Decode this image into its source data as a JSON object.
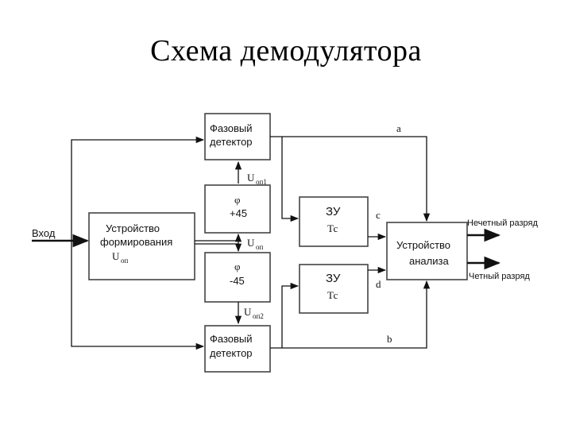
{
  "title": "Схема демодулятора",
  "blocks": {
    "pd_top_1": "Фазовый",
    "pd_top_2": "детектор",
    "phase_plus_1": "φ",
    "phase_plus_2": "+45",
    "phase_minus_1": "φ",
    "phase_minus_2": "-45",
    "pd_bot_1": "Фазовый",
    "pd_bot_2": "детектор",
    "former_1": "Устройство",
    "former_2": "формирования",
    "former_3": "U",
    "former_3_sub": "оп",
    "mem_top_1": "ЗУ",
    "mem_top_2": "Тс",
    "mem_bot_1": "ЗУ",
    "mem_bot_2": "Тс",
    "analysis_1": "Устройство",
    "analysis_2": "анализа"
  },
  "labels": {
    "input": "Вход",
    "a": "a",
    "b": "b",
    "c": "c",
    "d": "d",
    "uop": "U",
    "uop_sub": "оп",
    "uop1": "U",
    "uop1_sub": "оп1",
    "uop2": "U",
    "uop2_sub": "оп2",
    "odd": "Нечетный разряд",
    "even": "Четный разряд"
  }
}
